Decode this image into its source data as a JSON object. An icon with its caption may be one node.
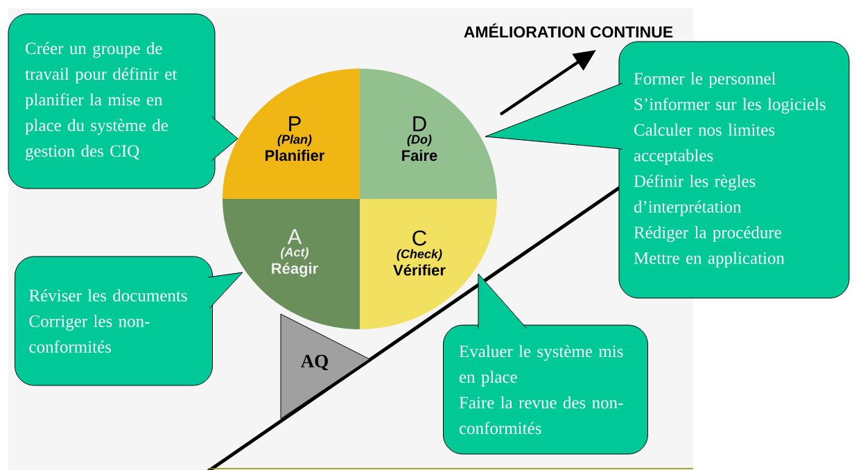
{
  "diagram": {
    "title": "AMÉLIORATION CONTINUE",
    "nodes": [
      {
        "text": [
          "Créer un groupe de travail pour définir et planifier la mise en place du système de gestion des CIQ"
        ]
      },
      {
        "text": [
          "P",
          "(Plan)",
          "Planifier"
        ]
      },
      {
        "text": [
          "D",
          "(Do)",
          "Faire"
        ]
      },
      {
        "text": [
          "Former le personnel",
          "S’informer sur les logiciels",
          "Calculer nos limites acceptables",
          "Définir les règles d’interprétation",
          "Rédiger la procédure",
          "Mettre en application"
        ]
      },
      {
        "text": [
          "A",
          "(Act)",
          "Réagir"
        ]
      },
      {
        "text": [
          "C",
          "(Check)",
          "Vérifier"
        ]
      },
      {
        "text": [
          "Réviser les documents",
          "Corriger les non-conformités"
        ]
      },
      {
        "text": [
          "AQ"
        ]
      },
      {
        "text": [
          "Evaluer le système mis en place",
          "Faire la revue des non-conformités"
        ]
      }
    ]
  }
}
